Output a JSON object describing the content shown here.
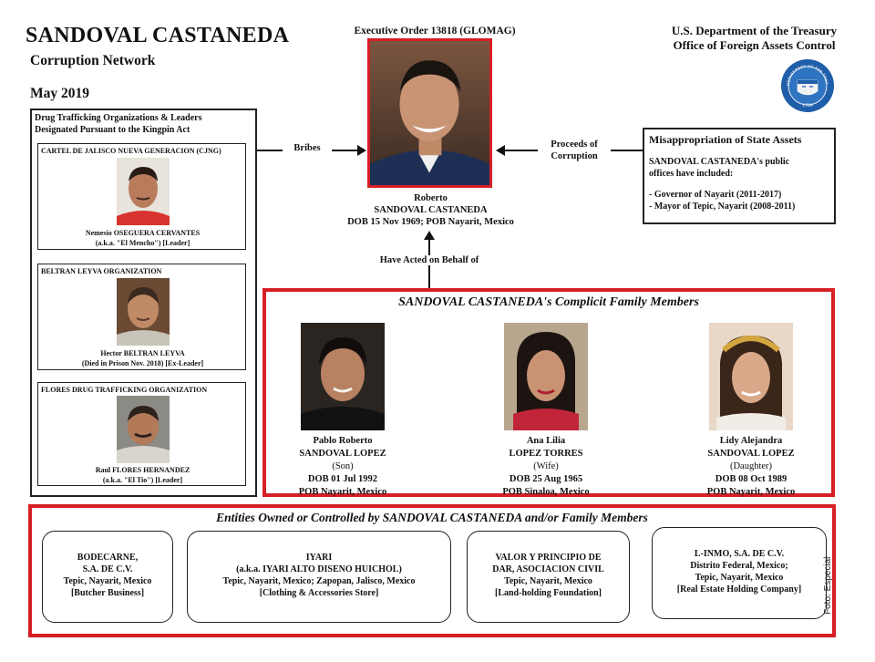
{
  "header": {
    "title": "SANDOVAL CASTANEDA",
    "subtitle": "Corruption Network",
    "date": "May 2019",
    "order": "Executive Order 13818 (GLOMAG)",
    "agency_line1": "U.S. Department of the Treasury",
    "agency_line2": "Office of Foreign Assets Control",
    "seal_text": "THE DEPARTMENT OF THE TREASURY",
    "seal_year": "1789"
  },
  "center": {
    "name_line1": "Roberto",
    "name_line2": "SANDOVAL CASTANEDA",
    "dob": "DOB 15 Nov 1969; POB Nayarit, Mexico"
  },
  "arrows": {
    "bribes": "Bribes",
    "proceeds_line1": "Proceeds of",
    "proceeds_line2": "Corruption",
    "acted": "Have Acted on Behalf of"
  },
  "left": {
    "heading_line1": "Drug Trafficking Organizations & Leaders",
    "heading_line2": "Designated Pursuant to the Kingpin Act",
    "orgs": [
      {
        "org": "CARTEL DE JALISCO NUEVA GENERACION (CJNG)",
        "name": "Nemesio OSEGUERA CERVANTES",
        "note": "(a.k.a. \"El Mencho\") [Leader]"
      },
      {
        "org": "BELTRAN LEYVA ORGANIZATION",
        "name": "Hector BELTRAN LEYVA",
        "note": "(Died in Prison Nov. 2018) [Ex-Leader]"
      },
      {
        "org": "FLORES DRUG TRAFFICKING ORGANIZATION",
        "name": "Raul FLORES HERNANDEZ",
        "note": "(a.k.a. \"El Tio\") [Leader]"
      }
    ]
  },
  "right": {
    "heading": "Misappropriation of State Assets",
    "intro_line1": "SANDOVAL CASTANEDA's public",
    "intro_line2": "offices have included:",
    "item1": "- Governor of Nayarit (2011-2017)",
    "item2": "- Mayor of Tepic, Nayarit (2008-2011)"
  },
  "family": {
    "heading": "SANDOVAL CASTANEDA's Complicit Family Members",
    "members": [
      {
        "line1": "Pablo Roberto",
        "line2": "SANDOVAL LOPEZ",
        "role": "(Son)",
        "dob": "DOB 01 Jul 1992",
        "pob": "POB Nayarit, Mexico"
      },
      {
        "line1": "Ana Lilia",
        "line2": "LOPEZ TORRES",
        "role": "(Wife)",
        "dob": "DOB 25 Aug 1965",
        "pob": "POB Sinaloa, Mexico"
      },
      {
        "line1": "Lidy Alejandra",
        "line2": "SANDOVAL LOPEZ",
        "role": "(Daughter)",
        "dob": "DOB 08 Oct 1989",
        "pob": "POB Nayarit, Mexico"
      }
    ]
  },
  "entities": {
    "heading": "Entities Owned or Controlled by SANDOVAL CASTANEDA and/or Family Members",
    "items": [
      {
        "l1": "BODECARNE,",
        "l2": "S.A. DE C.V.",
        "l3": "Tepic, Nayarit, Mexico",
        "l4": "[Butcher Business]"
      },
      {
        "l1": "IYARI",
        "l2": "(a.k.a. IYARI ALTO DISENO HUICHOL)",
        "l3": "Tepic, Nayarit, Mexico; Zapopan, Jalisco, Mexico",
        "l4": "[Clothing & Accessories Store]"
      },
      {
        "l1": "VALOR Y PRINCIPIO DE",
        "l2": "DAR, ASOCIACION CIVIL",
        "l3": "Tepic, Nayarit, Mexico",
        "l4": "[Land-holding Foundation]"
      },
      {
        "l1": "L-INMO, S.A. DE C.V.",
        "l2": "Distrito Federal, Mexico;",
        "l3": "Tepic, Nayarit, Mexico",
        "l4": "[Real Estate Holding Company]"
      }
    ]
  },
  "credit": "Foto: Especial"
}
